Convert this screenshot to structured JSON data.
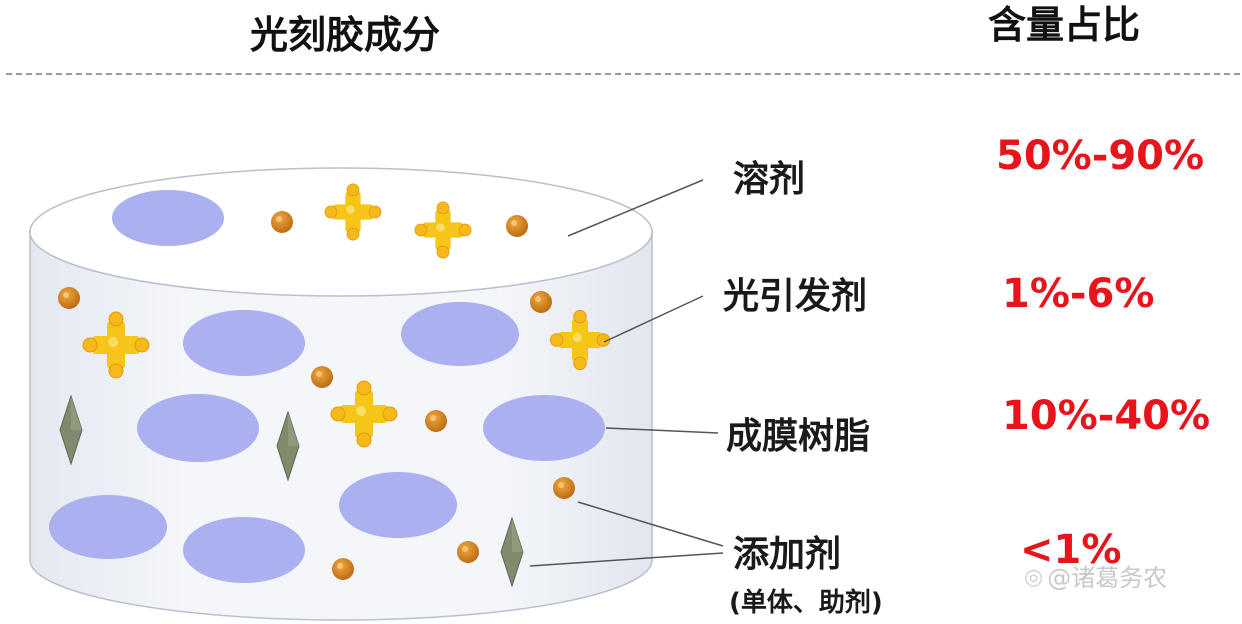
{
  "header": {
    "left_title": "光刻胶成分",
    "right_title": "含量占比"
  },
  "components": [
    {
      "name": "溶剂",
      "percent": "50%-90%"
    },
    {
      "name": "光引发剂",
      "percent": "1%-6%"
    },
    {
      "name": "成膜树脂",
      "percent": "10%-40%"
    },
    {
      "name": "添加剂",
      "note": "(单体、助剂)",
      "percent": "<1%"
    }
  ],
  "watermark": {
    "icon": "weibo-style-logo-icon",
    "text": "@诸葛务农"
  },
  "colors": {
    "title": "#111111",
    "percent": "#e8141c",
    "resin_ellipse": "#aab0f0",
    "photoinitiator_cross": "#f5c518",
    "additive_dot": "#d4881c",
    "additive_diamond": "#7f8a6a",
    "cylinder_fill": "#eef1f8"
  }
}
